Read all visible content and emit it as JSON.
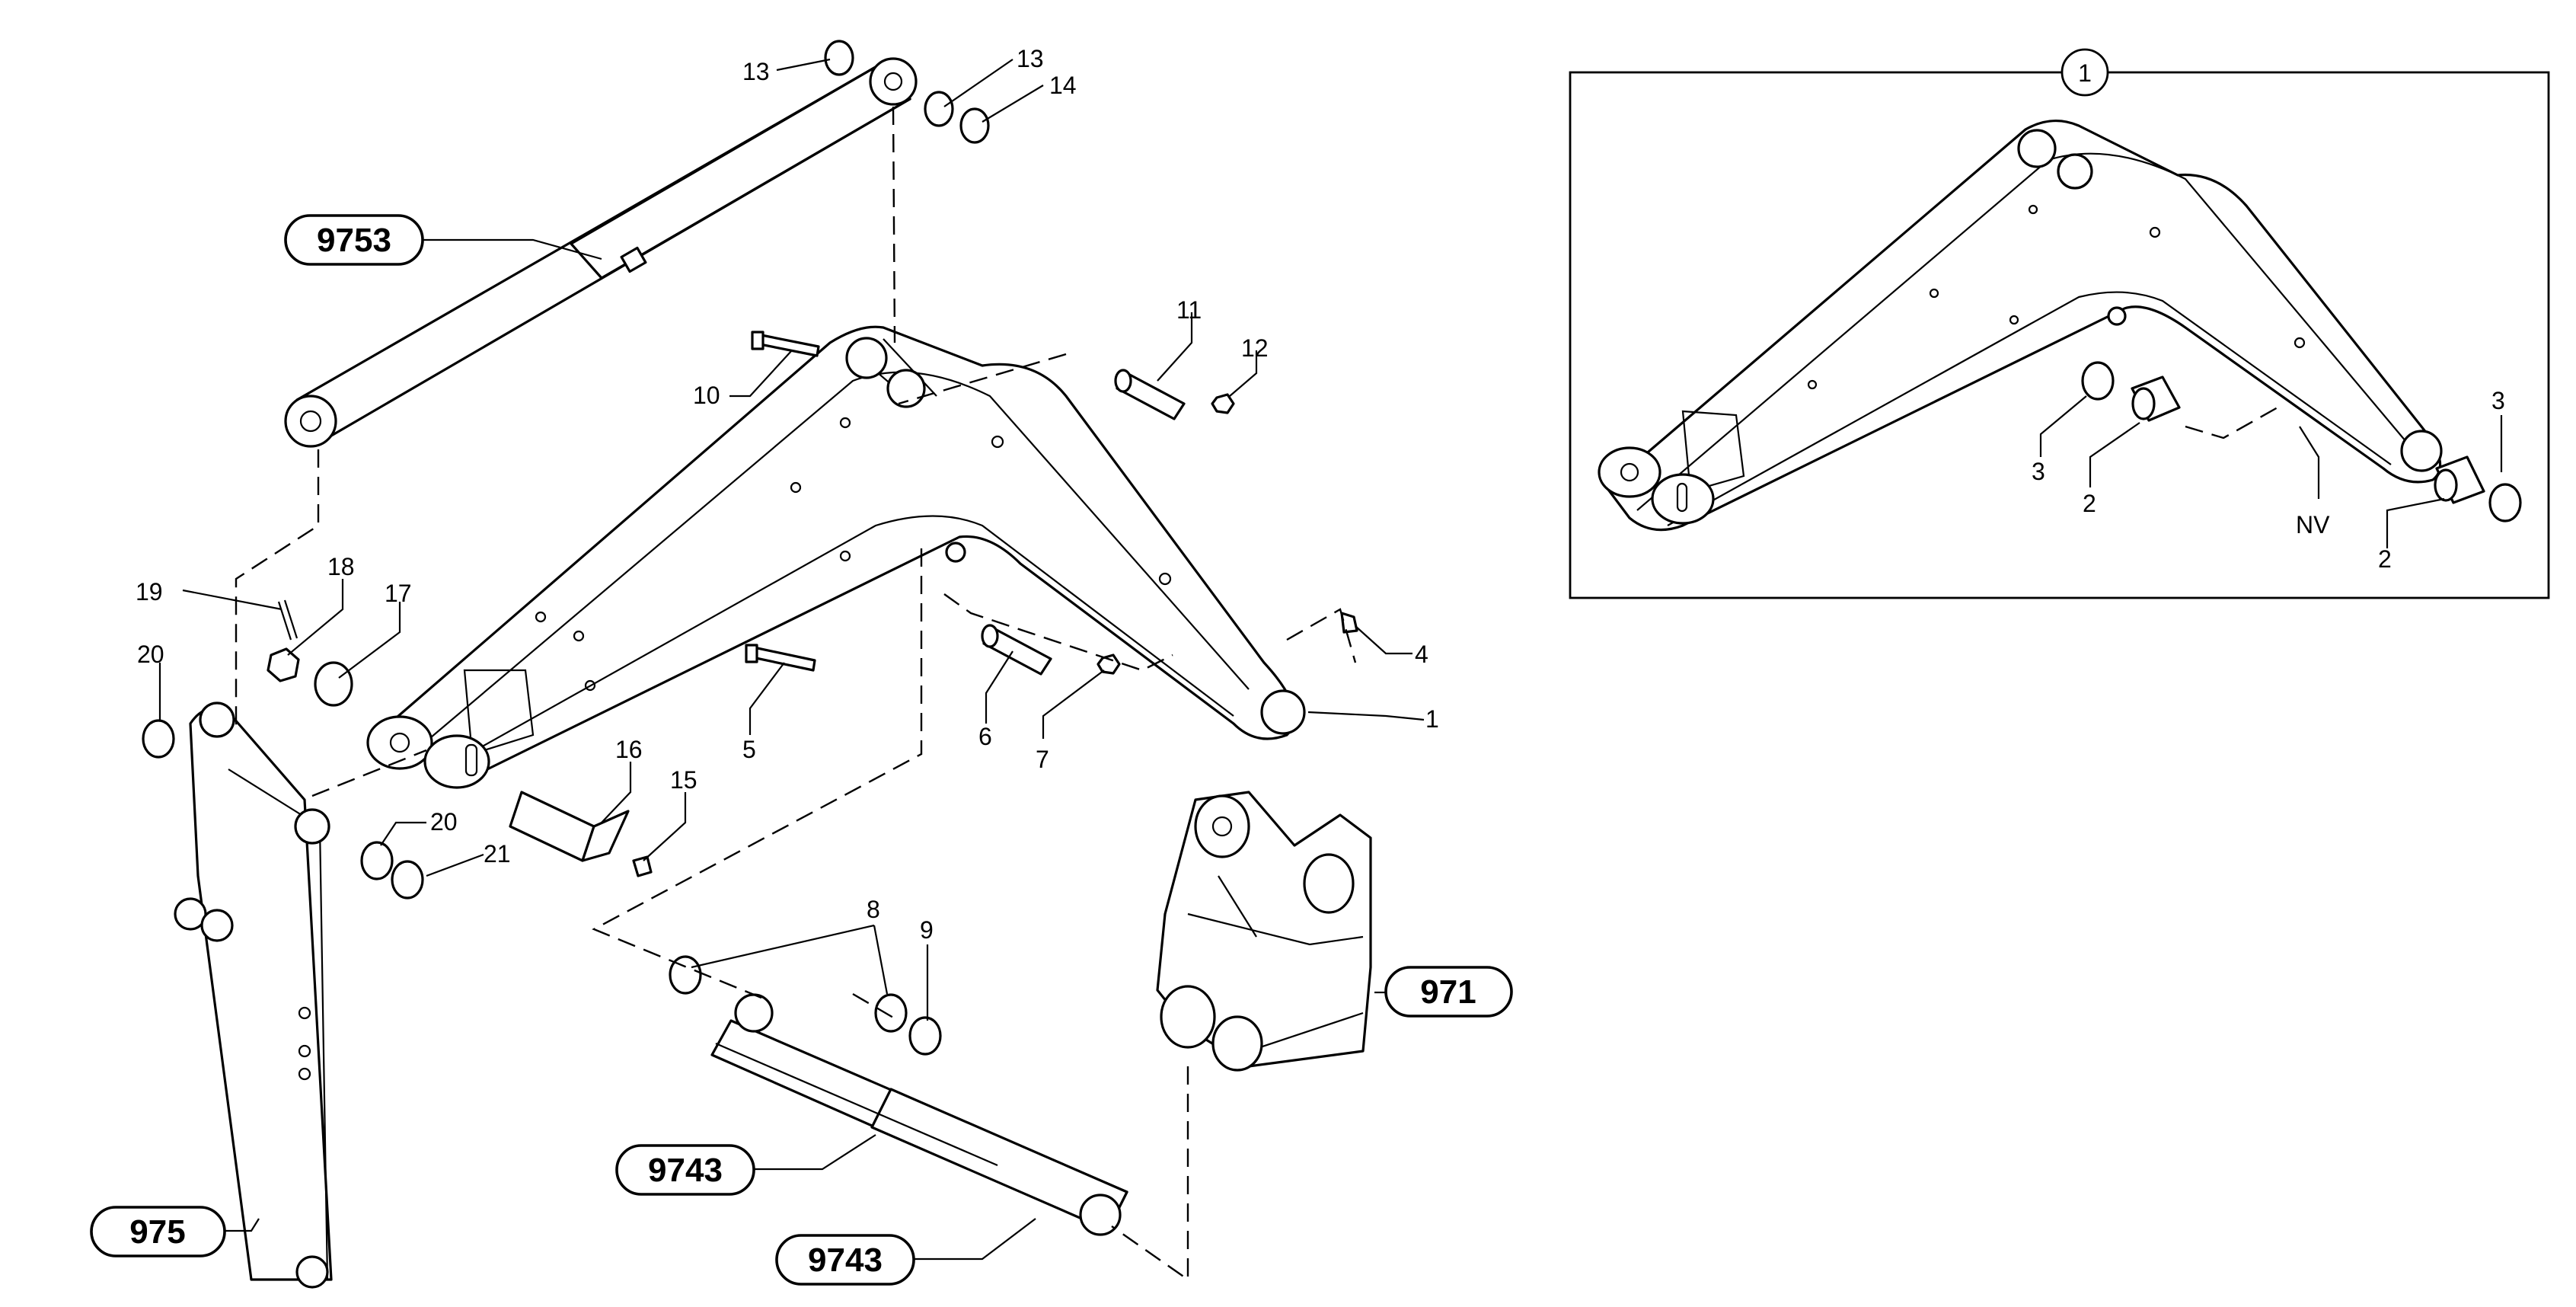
{
  "callouts": {
    "c13a": "13",
    "c13b": "13",
    "c14": "14",
    "c11": "11",
    "c12": "12",
    "c10": "10",
    "c18": "18",
    "c19": "19",
    "c17": "17",
    "c20a": "20",
    "c20b": "20",
    "c21": "21",
    "c5": "5",
    "c6": "6",
    "c7": "7",
    "c4": "4",
    "c1": "1",
    "c16": "16",
    "c15": "15",
    "c8": "8",
    "c9": "9"
  },
  "badges": {
    "b9753": "9753",
    "b971": "971",
    "b9743a": "9743",
    "b9743b": "9743",
    "b975": "975"
  },
  "inset": {
    "title": "1",
    "c3a": "3",
    "c2a": "2",
    "c3b": "3",
    "c2b": "2",
    "nv": "NV"
  }
}
